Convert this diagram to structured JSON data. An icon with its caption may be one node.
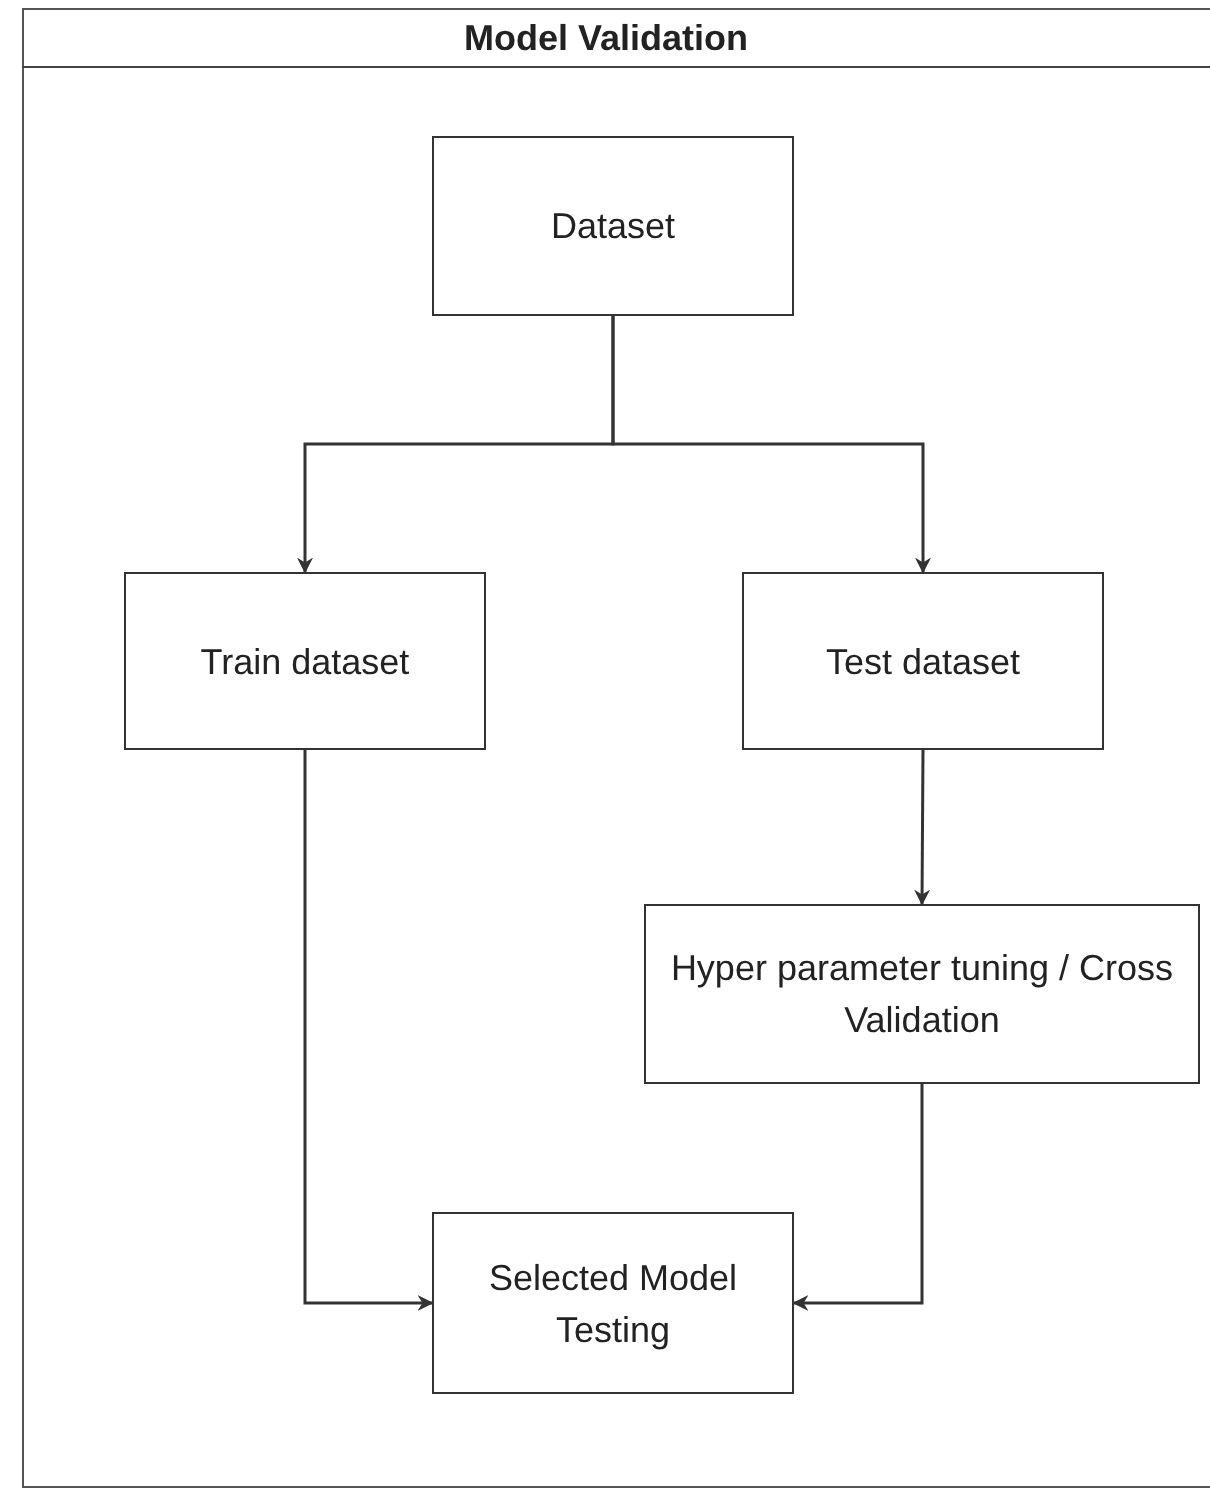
{
  "diagram": {
    "title": "Model Validation",
    "nodes": [
      {
        "text": [
          "Dataset"
        ]
      },
      {
        "text": [
          "Train dataset"
        ]
      },
      {
        "text": [
          "Test dataset"
        ]
      },
      {
        "text": [
          "Hyper parameter tuning / Cross Validation"
        ]
      },
      {
        "text": [
          "Selected Model Testing"
        ]
      }
    ],
    "edges": [
      {
        "from": 0,
        "to": 1,
        "arrow": "to"
      },
      {
        "from": 0,
        "to": 2,
        "arrow": "to"
      },
      {
        "from": 2,
        "to": 3,
        "arrow": "to"
      },
      {
        "from": 1,
        "to": 4,
        "arrow": "to"
      },
      {
        "from": 3,
        "to": 4,
        "arrow": "to"
      }
    ]
  }
}
